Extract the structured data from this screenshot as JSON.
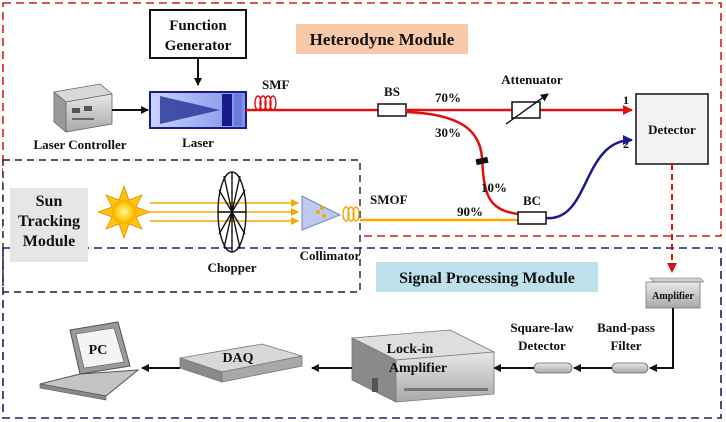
{
  "modules": {
    "heterodyne": "Heterodyne Module",
    "sun_tracking_line1": "Sun",
    "sun_tracking_line2": "Tracking",
    "sun_tracking_line3": "Module",
    "signal_processing": "Signal Processing Module"
  },
  "components": {
    "function_generator_line1": "Function",
    "function_generator_line2": "Generator",
    "laser_controller": "Laser Controller",
    "laser": "Laser",
    "smf": "SMF",
    "bs": "BS",
    "attenuator": "Attenuator",
    "detector": "Detector",
    "bc": "BC",
    "smof": "SMOF",
    "chopper": "Chopper",
    "collimator": "Collimator",
    "amplifier": "Amplifier",
    "bandpass_line1": "Band-pass",
    "bandpass_line2": "Filter",
    "square_law_line1": "Square-law",
    "square_law_line2": "Detector",
    "lockin_line1": "Lock-in",
    "lockin_line2": "Amplifier",
    "daq": "DAQ",
    "pc": "PC"
  },
  "ratios": {
    "r70": "70%",
    "r30": "30%",
    "r10": "10%",
    "r90": "90%"
  },
  "ports": {
    "p1": "1",
    "p2": "2"
  },
  "colors": {
    "heterodyne_border": "#d42020",
    "sun_border": "#222222",
    "signal_border": "#1e1e6e",
    "red_path": "#e01010",
    "blue_path": "#1a1a8c",
    "sun_path": "#f5a800",
    "heterodyne_label_bg": "#f7c9a8",
    "sun_label_bg": "#e6e6e6",
    "signal_label_bg": "#bde0ea"
  }
}
